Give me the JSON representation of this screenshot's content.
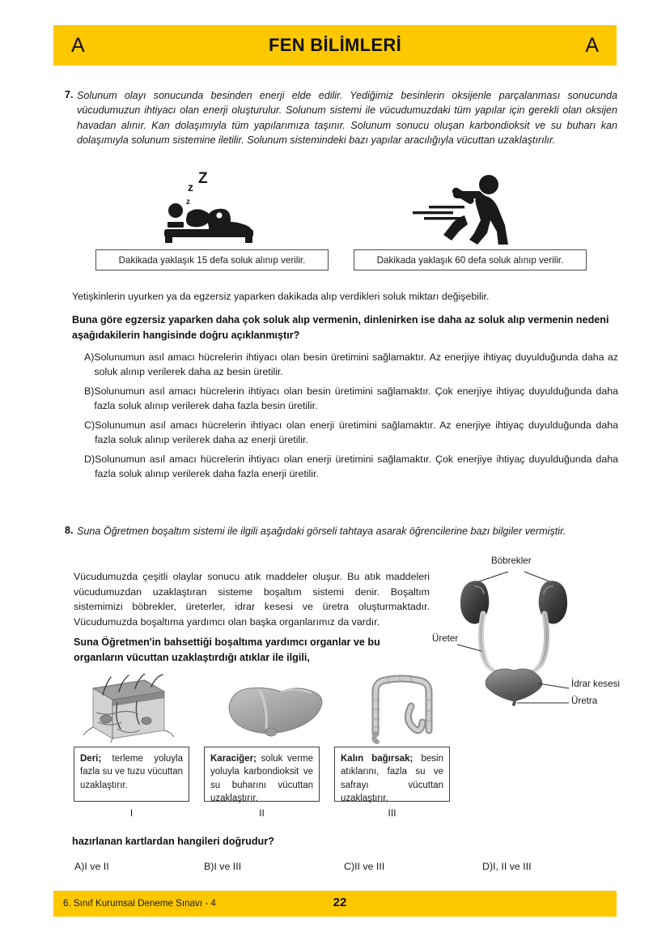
{
  "header": {
    "left_letter": "A",
    "right_letter": "A",
    "title": "FEN BİLİMLERİ",
    "band_color": "#FDC800"
  },
  "q7": {
    "number": "7.",
    "stem": "Solunum olayı sonucunda besinden enerji elde edilir. Yediğimiz besinlerin oksijenle parçalanması sonucunda vücudumuzun ihtiyacı olan enerji oluşturulur. Solunum sistemi ile vücudumuzdaki tüm yapılar için gerekli olan oksijen havadan alınır. Kan dolaşımıyla tüm yapılarımıza taşınır. Solunum sonucu oluşan karbondioksit ve su buharı kan dolaşımıyla solunum sistemine iletilir. Solunum sistemindeki bazı yapılar aracılığıyla vücuttan uzaklaştırılır.",
    "figures": [
      {
        "icon": "sleeping-person-icon",
        "caption": "Dakikada yaklaşık 15 defa soluk alınıp verilir."
      },
      {
        "icon": "running-person-icon",
        "caption": "Dakikada yaklaşık 60 defa soluk alınıp verilir."
      }
    ],
    "note": "Yetişkinlerin uyurken ya da egzersiz yaparken dakikada alıp verdikleri soluk miktarı değişebilir.",
    "prompt": "Buna göre egzersiz yaparken daha çok soluk alıp vermenin, dinlenirken ise daha az soluk alıp vermenin nedeni aşağıdakilerin hangisinde doğru açıklanmıştır?",
    "options": [
      {
        "letter": "A)",
        "text": "Solunumun asıl amacı hücrelerin ihtiyacı olan besin üretimini sağlamaktır. Az enerjiye ihtiyaç duyulduğunda daha az soluk alınıp verilerek daha az besin üretilir."
      },
      {
        "letter": "B)",
        "text": "Solunumun asıl amacı hücrelerin ihtiyacı olan besin üretimini sağlamaktır. Çok enerjiye ihtiyaç duyulduğunda daha fazla soluk alınıp verilerek daha fazla besin üretilir."
      },
      {
        "letter": "C)",
        "text": "Solunumun asıl amacı hücrelerin ihtiyacı olan enerji üretimini sağlamaktır. Az enerjiye ihtiyaç duyulduğunda daha fazla soluk alınıp verilerek daha az enerji üretilir."
      },
      {
        "letter": "D)",
        "text": "Solunumun asıl amacı hücrelerin ihtiyacı olan enerji üretimini sağlamaktır. Çok enerjiye ihtiyaç duyulduğunda daha fazla soluk alınıp verilerek daha fazla enerji üretilir."
      }
    ]
  },
  "q8": {
    "number": "8.",
    "stem": "Suna Öğretmen boşaltım sistemi ile ilgili aşağıdaki görseli tahtaya asarak öğrencilerine bazı bilgiler vermiştir.",
    "body": "Vücudumuzda çeşitli olaylar sonucu atık maddeler oluşur. Bu atık maddeleri vücudumuzdan uzaklaştıran sisteme boşaltım sistemi denir. Boşaltım sistemimizi böbrekler, üreterler, idrar kesesi ve üretra oluşturmaktadır. Vücudumuzda boşaltıma yardımcı olan başka organlarımız da vardır.",
    "prompt": "Suna Öğretmen'in bahsettiği boşaltıma yardımcı organlar ve bu organların vücuttan uzaklaştırdığı atıklar ile ilgili,",
    "diagram": {
      "name": "urinary-system-diagram",
      "labels": {
        "kidneys": "Böbrekler",
        "ureter": "Üreter",
        "bladder": "İdrar kesesi",
        "urethra": "Üretra"
      }
    },
    "cards": [
      {
        "image": "skin-cross-section-image",
        "organ": "Deri;",
        "text": " terleme yoluyla fazla su ve tuzu vücuttan uzaklaştırır.",
        "roman": "I"
      },
      {
        "image": "liver-image",
        "organ": "Karaciğer;",
        "text": " soluk verme yoluyla karbondioksit ve su buharını vücuttan uzaklaştırır.",
        "roman": "II"
      },
      {
        "image": "large-intestine-image",
        "organ": "Kalın bağırsak;",
        "text": " besin atıklarını, fazla su ve safrayı vücuttan uzaklaştırır.",
        "roman": "III"
      }
    ],
    "question": "hazırlanan kartlardan hangileri doğrudur?",
    "options": [
      {
        "letter": "A)",
        "text": " I ve II"
      },
      {
        "letter": "B)",
        "text": " I ve III"
      },
      {
        "letter": "C)",
        "text": " II ve III"
      },
      {
        "letter": "D)",
        "text": " I, II ve III"
      }
    ]
  },
  "footer": {
    "text": "6. Sınıf Kurumsal Deneme Sınavı - 4",
    "page": "22"
  }
}
